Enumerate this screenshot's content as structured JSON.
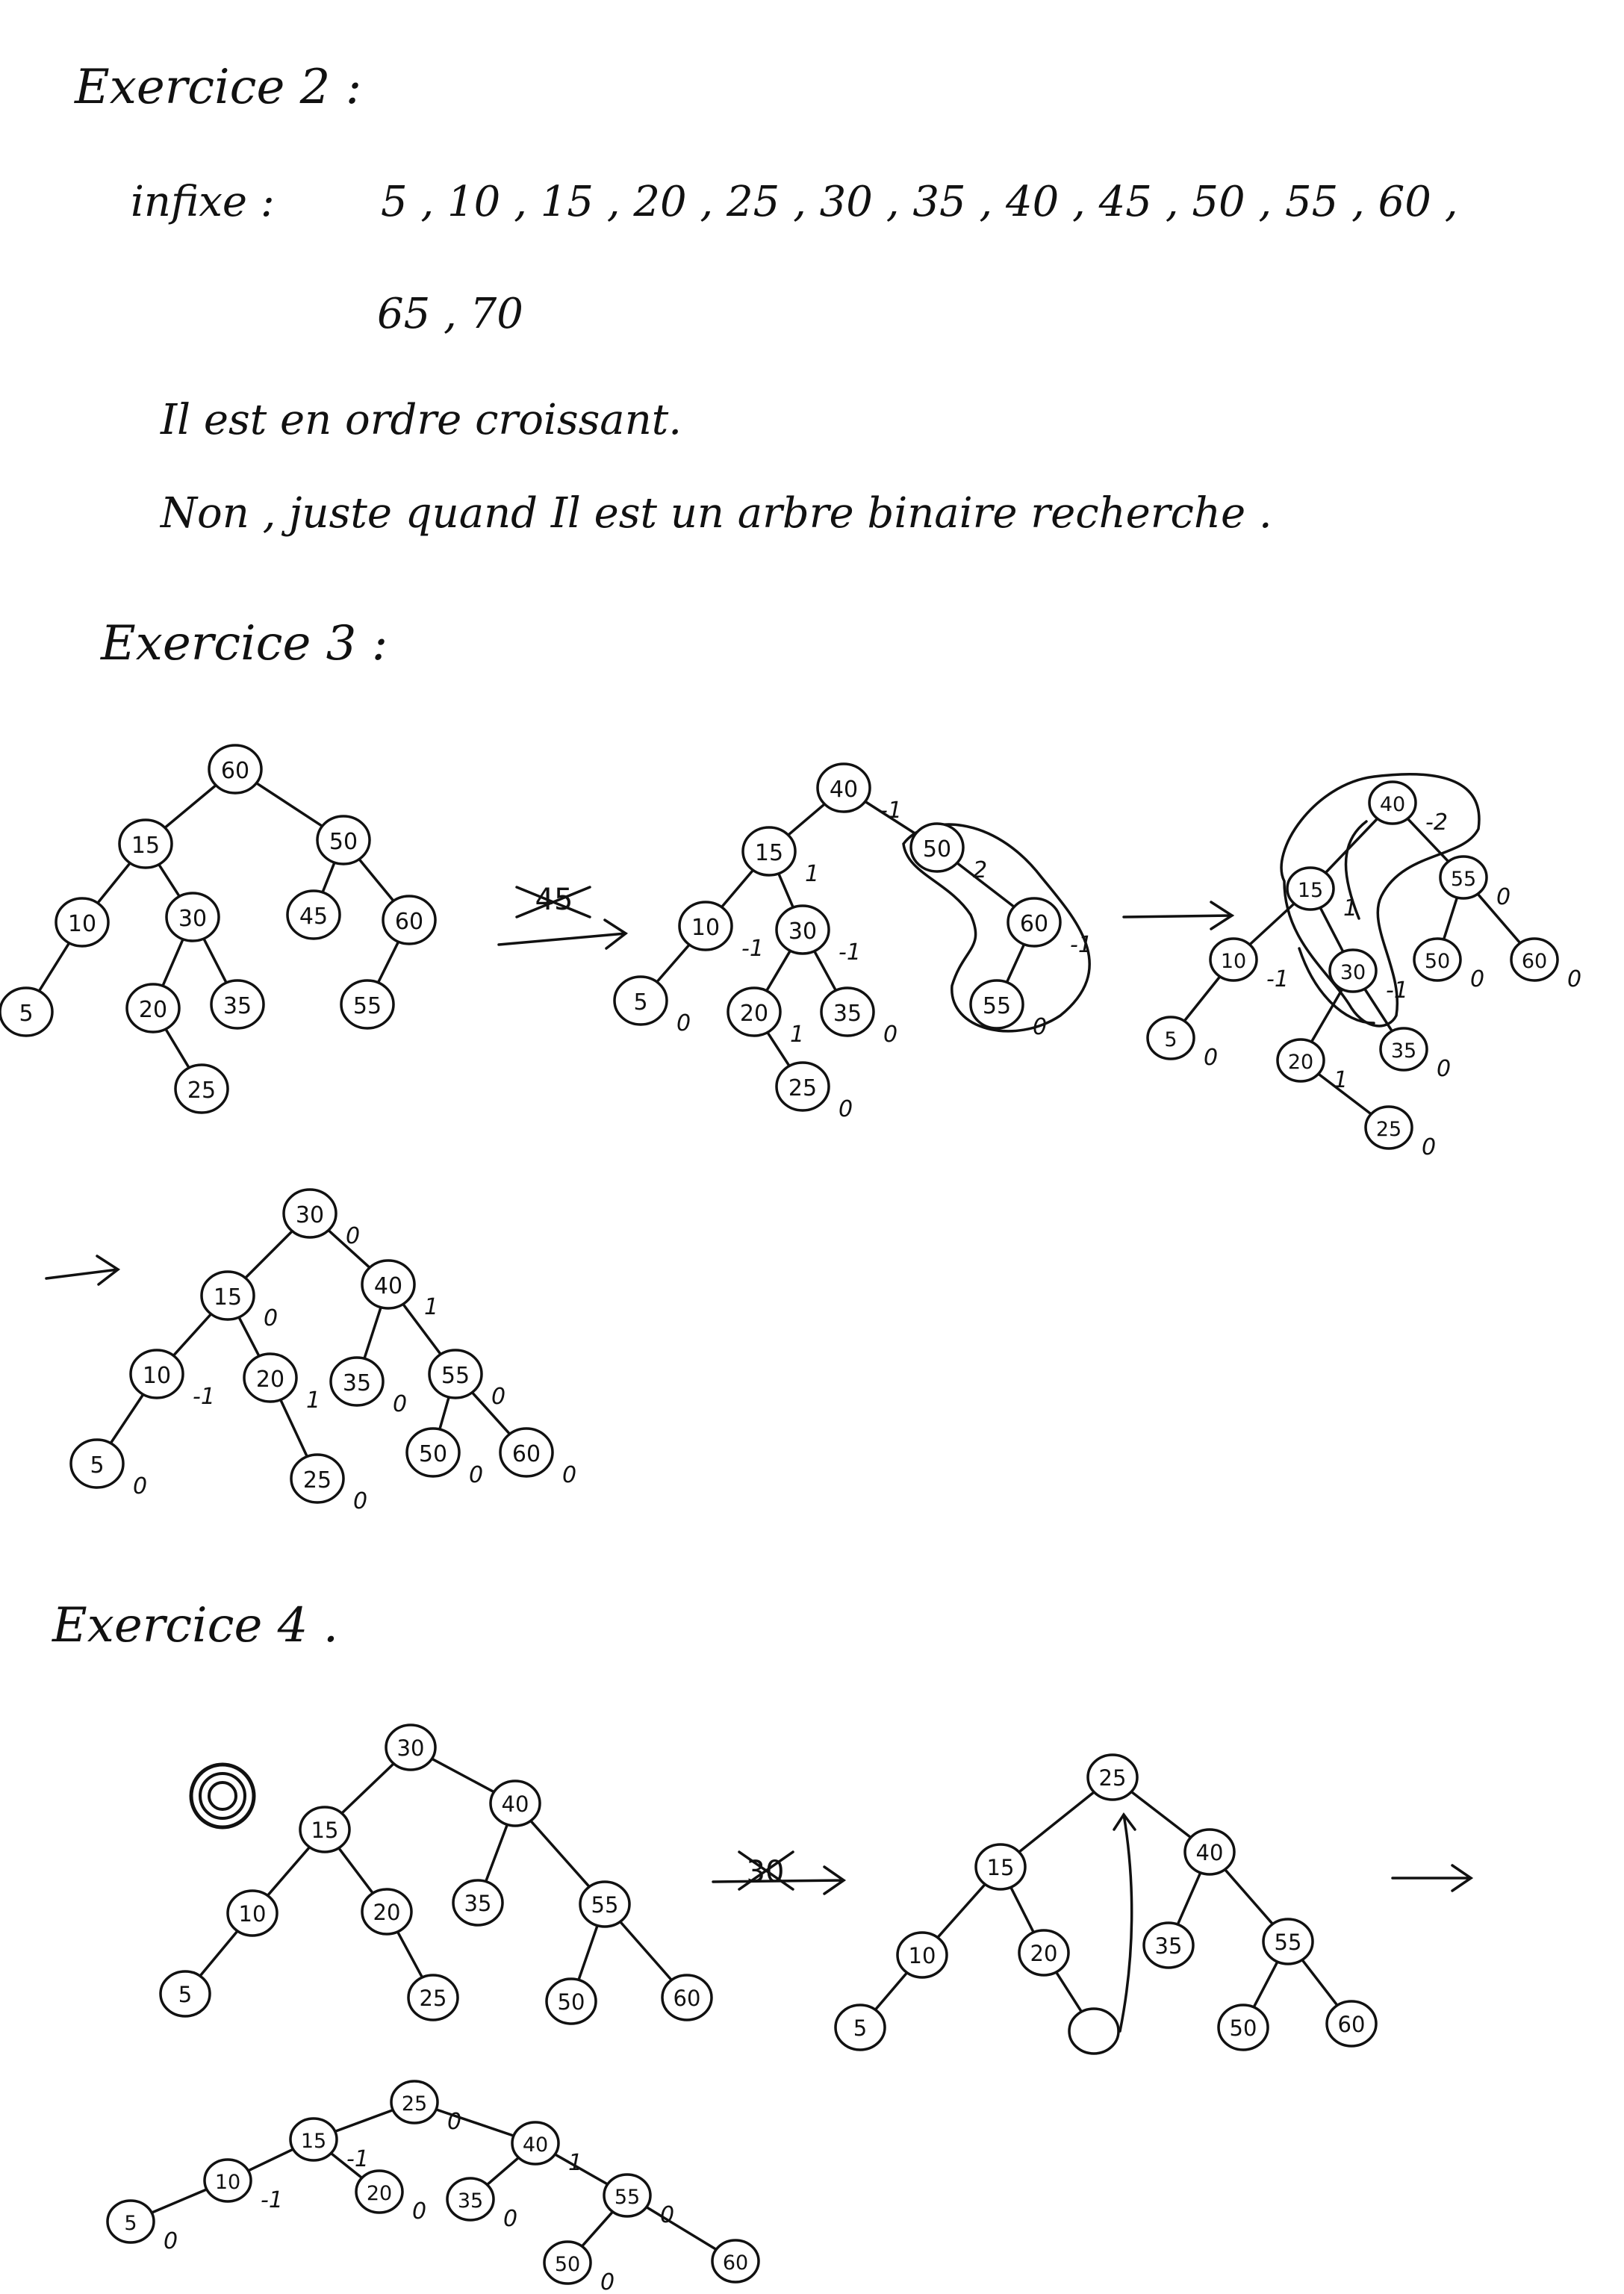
{
  "exercise2": {
    "title": "Exercice 2 :",
    "infix_label": "infixe :",
    "infix_values": "5 , 10 , 15 , 20 , 25 , 30 , 35 , 40 , 45 , 50 , 55 , 60 ,",
    "infix_values_2": "65 , 70",
    "line1": "Il est en ordre croissant.",
    "line2": "Non , juste quand Il est un arbre binaire recherche ."
  },
  "exercise3": {
    "title": "Exercice 3 :",
    "deleted_label": "45",
    "tree1": {
      "nodes": [
        {
          "id": "60",
          "v": "60"
        },
        {
          "id": "15",
          "v": "15"
        },
        {
          "id": "50",
          "v": "50"
        },
        {
          "id": "10",
          "v": "10"
        },
        {
          "id": "30",
          "v": "30"
        },
        {
          "id": "45",
          "v": "45"
        },
        {
          "id": "60b",
          "v": "60"
        },
        {
          "id": "5",
          "v": "5"
        },
        {
          "id": "20",
          "v": "20"
        },
        {
          "id": "35",
          "v": "35"
        },
        {
          "id": "55",
          "v": "55"
        },
        {
          "id": "25",
          "v": "25"
        }
      ]
    },
    "tree2": {
      "nodes": [
        {
          "id": "40",
          "v": "40",
          "b": "-1"
        },
        {
          "id": "15",
          "v": "15",
          "b": "1"
        },
        {
          "id": "50",
          "v": "50",
          "b": "2"
        },
        {
          "id": "10",
          "v": "10",
          "b": "-1"
        },
        {
          "id": "30",
          "v": "30",
          "b": "-1"
        },
        {
          "id": "60",
          "v": "60",
          "b": "-1"
        },
        {
          "id": "5",
          "v": "5",
          "b": "0"
        },
        {
          "id": "20",
          "v": "20",
          "b": "1"
        },
        {
          "id": "35",
          "v": "35",
          "b": "0"
        },
        {
          "id": "55",
          "v": "55",
          "b": "0"
        },
        {
          "id": "25",
          "v": "25",
          "b": "0"
        }
      ]
    },
    "tree3": {
      "nodes": [
        {
          "id": "40",
          "v": "40",
          "b": "-2"
        },
        {
          "id": "15",
          "v": "15",
          "b": "1"
        },
        {
          "id": "55",
          "v": "55",
          "b": "0"
        },
        {
          "id": "10",
          "v": "10",
          "b": "-1"
        },
        {
          "id": "30",
          "v": "30",
          "b": "-1"
        },
        {
          "id": "50",
          "v": "50",
          "b": "0"
        },
        {
          "id": "60",
          "v": "60",
          "b": "0"
        },
        {
          "id": "5",
          "v": "5",
          "b": "0"
        },
        {
          "id": "20",
          "v": "20",
          "b": "1"
        },
        {
          "id": "35",
          "v": "35",
          "b": "0"
        },
        {
          "id": "25",
          "v": "25",
          "b": "0"
        }
      ]
    },
    "tree4": {
      "nodes": [
        {
          "id": "30",
          "v": "30",
          "b": "0"
        },
        {
          "id": "15",
          "v": "15",
          "b": "0"
        },
        {
          "id": "40",
          "v": "40",
          "b": "1"
        },
        {
          "id": "10",
          "v": "10",
          "b": "-1"
        },
        {
          "id": "20",
          "v": "20",
          "b": "1"
        },
        {
          "id": "35",
          "v": "35",
          "b": "0"
        },
        {
          "id": "55",
          "v": "55",
          "b": "0"
        },
        {
          "id": "5",
          "v": "5",
          "b": "0"
        },
        {
          "id": "25",
          "v": "25",
          "b": "0"
        },
        {
          "id": "50",
          "v": "50",
          "b": "0"
        },
        {
          "id": "60",
          "v": "60",
          "b": "0"
        }
      ]
    }
  },
  "exercise4": {
    "title": "Exercice 4 .",
    "deleted_label": "30",
    "tree1": {
      "nodes": [
        {
          "id": "30",
          "v": "30"
        },
        {
          "id": "15",
          "v": "15"
        },
        {
          "id": "40",
          "v": "40"
        },
        {
          "id": "10",
          "v": "10"
        },
        {
          "id": "20",
          "v": "20"
        },
        {
          "id": "35",
          "v": "35"
        },
        {
          "id": "55",
          "v": "55"
        },
        {
          "id": "5",
          "v": "5"
        },
        {
          "id": "25",
          "v": "25"
        },
        {
          "id": "50",
          "v": "50"
        },
        {
          "id": "60",
          "v": "60"
        }
      ]
    },
    "tree2": {
      "nodes": [
        {
          "id": "25",
          "v": "25"
        },
        {
          "id": "15",
          "v": "15"
        },
        {
          "id": "40",
          "v": "40"
        },
        {
          "id": "10",
          "v": "10"
        },
        {
          "id": "20",
          "v": "20"
        },
        {
          "id": "35",
          "v": "35"
        },
        {
          "id": "55",
          "v": "55"
        },
        {
          "id": "5",
          "v": "5"
        },
        {
          "id": "empty",
          "v": ""
        },
        {
          "id": "50",
          "v": "50"
        },
        {
          "id": "60",
          "v": "60"
        }
      ]
    },
    "tree3": {
      "nodes": [
        {
          "id": "25",
          "v": "25",
          "b": "0"
        },
        {
          "id": "15",
          "v": "15",
          "b": "-1"
        },
        {
          "id": "40",
          "v": "40",
          "b": "1"
        },
        {
          "id": "10",
          "v": "10",
          "b": "-1"
        },
        {
          "id": "20",
          "v": "20",
          "b": "0"
        },
        {
          "id": "35",
          "v": "35",
          "b": "0"
        },
        {
          "id": "55",
          "v": "55",
          "b": "0"
        },
        {
          "id": "5",
          "v": "5",
          "b": "0"
        },
        {
          "id": "50",
          "v": "50",
          "b": "0"
        },
        {
          "id": "60",
          "v": "60",
          "b": ""
        }
      ]
    }
  }
}
